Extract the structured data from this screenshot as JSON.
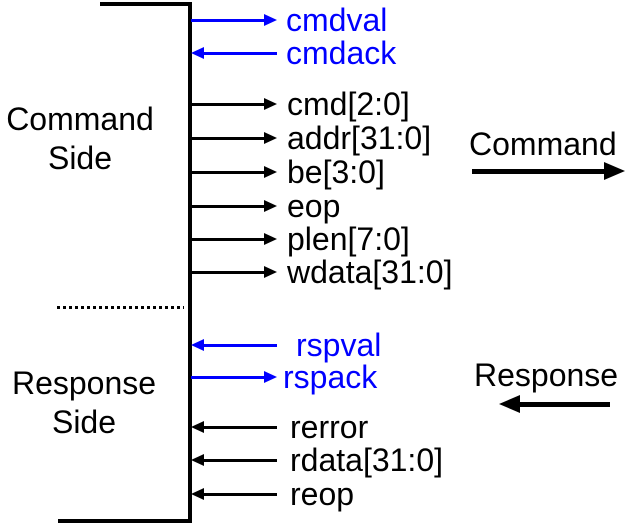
{
  "diagram": {
    "type": "signal-interface-diagram",
    "colors": {
      "handshake": "#0000ff",
      "signal": "#000000",
      "background": "#ffffff"
    },
    "sides": {
      "command": {
        "line1": "Command",
        "line2": "Side"
      },
      "response": {
        "line1": "Response",
        "line2": "Side"
      }
    },
    "signals": [
      {
        "label": "cmdval",
        "direction": "out",
        "color": "blue"
      },
      {
        "label": "cmdack",
        "direction": "in",
        "color": "blue"
      },
      {
        "label": "cmd[2:0]",
        "direction": "out",
        "color": "black"
      },
      {
        "label": "addr[31:0]",
        "direction": "out",
        "color": "black"
      },
      {
        "label": "be[3:0]",
        "direction": "out",
        "color": "black"
      },
      {
        "label": "eop",
        "direction": "out",
        "color": "black"
      },
      {
        "label": "plen[7:0]",
        "direction": "out",
        "color": "black"
      },
      {
        "label": "wdata[31:0]",
        "direction": "out",
        "color": "black"
      },
      {
        "label": "rspval",
        "direction": "in",
        "color": "blue"
      },
      {
        "label": "rspack",
        "direction": "out",
        "color": "blue"
      },
      {
        "label": "rerror",
        "direction": "in",
        "color": "black"
      },
      {
        "label": "rdata[31:0]",
        "direction": "in",
        "color": "black"
      },
      {
        "label": "reop",
        "direction": "in",
        "color": "black"
      }
    ],
    "flow": {
      "command": {
        "label": "Command",
        "direction": "right"
      },
      "response": {
        "label": "Response",
        "direction": "left"
      }
    }
  }
}
